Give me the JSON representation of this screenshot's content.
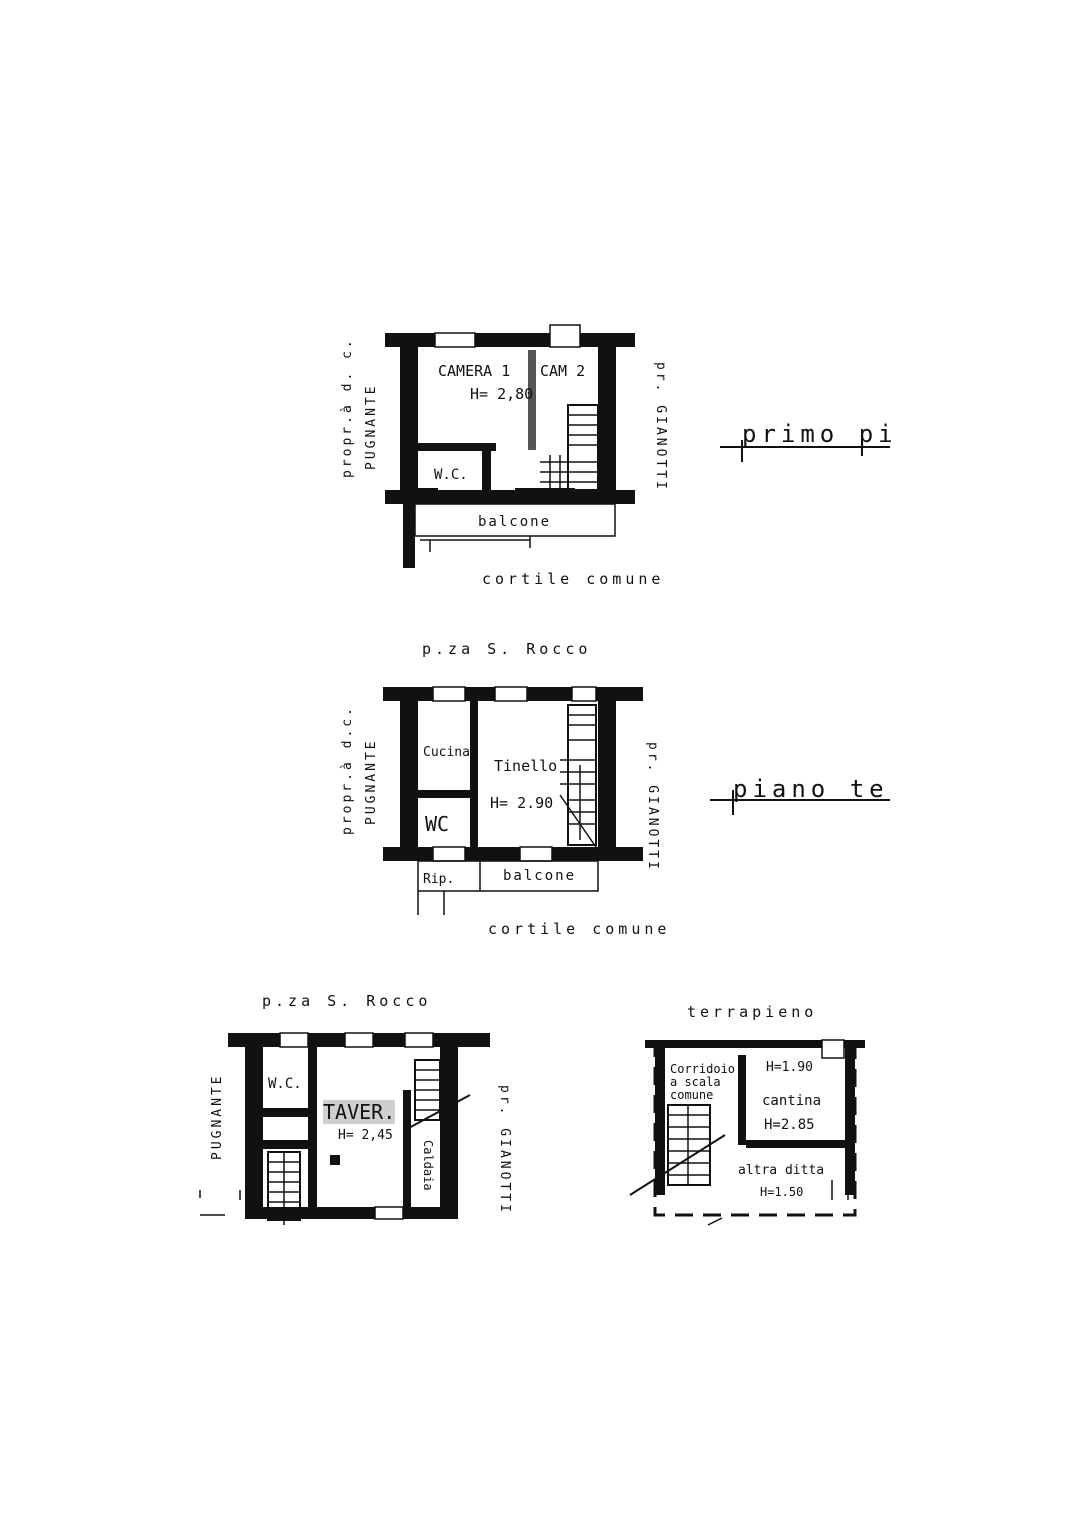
{
  "first_floor": {
    "title": "primo pi",
    "room_camera1": "CAMERA 1",
    "room_camera2": "CAM 2",
    "height": "H= 2,80",
    "wc": "W.C.",
    "balcony": "balcone",
    "courtyard": "cortile   comune",
    "left_owner_1": "propr.à  d. c.",
    "left_owner_2": "PUGNANTE",
    "right_owner": "pr. GIANOTTI"
  },
  "ground_floor": {
    "title": "piano  te",
    "street": "p.za    S. Rocco",
    "kitchen": "Cucina",
    "wc": "WC",
    "living": "Tinello",
    "height": "H= 2.90",
    "storage": "Rip.",
    "balcony": "balcone",
    "courtyard": "cortile  comune",
    "left_owner_1": "propr.à  d.c.",
    "left_owner_2": "PUGNANTE",
    "right_owner": "pr. GIANOTTI"
  },
  "basement": {
    "street": "p.za   S. Rocco",
    "wc": "W.C.",
    "tavern": "TAVER.",
    "height": "H= 2,45",
    "boiler": "Caldaia",
    "left_owner": "PUGNANTE",
    "right_owner": "pr. GIANOTTI"
  },
  "cellar": {
    "top_label": "terrapieno",
    "corridor_1": "Corridoio",
    "corridor_2": "a scala",
    "corridor_3": "comune",
    "height_top": "H=1.90",
    "cantina": "cantina",
    "height_cantina": "H=2.85",
    "other_1": "altra ditta",
    "other_2": "H=1.50"
  }
}
